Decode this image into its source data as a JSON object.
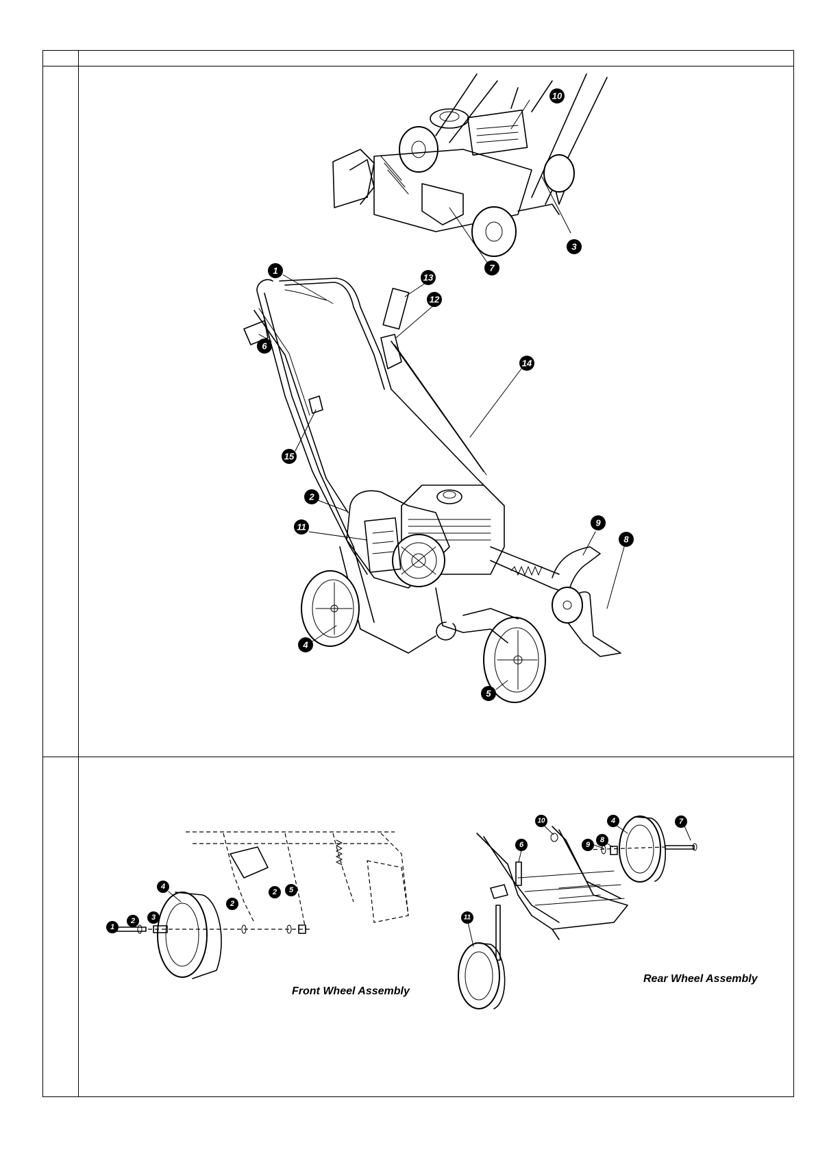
{
  "main_figure": {
    "callouts": [
      "1",
      "2",
      "3",
      "4",
      "5",
      "6",
      "7",
      "8",
      "9",
      "10",
      "11",
      "12",
      "13",
      "14",
      "15"
    ]
  },
  "front_wheel_assembly": {
    "caption": "Front Wheel Assembly",
    "callouts": [
      "1",
      "2",
      "3",
      "4",
      "2",
      "2",
      "5"
    ]
  },
  "rear_wheel_assembly": {
    "caption": "Rear Wheel Assembly",
    "callouts": [
      "10",
      "4",
      "7",
      "6",
      "9",
      "8",
      "11"
    ]
  }
}
